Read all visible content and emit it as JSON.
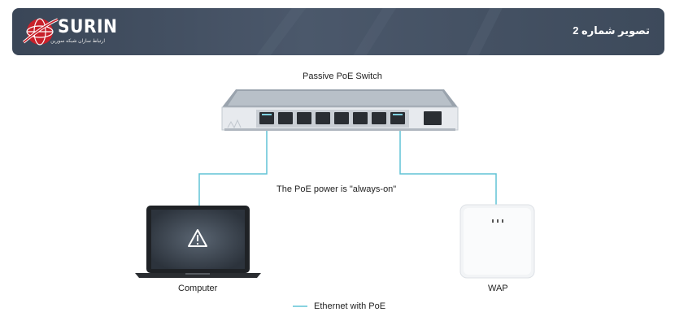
{
  "header": {
    "title": "تصویر شماره 2",
    "logo_text": "SURIN",
    "logo_subtitle": "ارتباط سازان شبکه سورین"
  },
  "diagram": {
    "switch_label": "Passive PoE Switch",
    "power_note": "The PoE power is \"always-on\"",
    "computer_label": "Computer",
    "wap_label": "WAP",
    "legend_label": "Ethernet with PoE"
  },
  "colors": {
    "ethernet_line": "#61c3d6",
    "header_bg": "#434f61",
    "logo_red": "#c8202a"
  }
}
